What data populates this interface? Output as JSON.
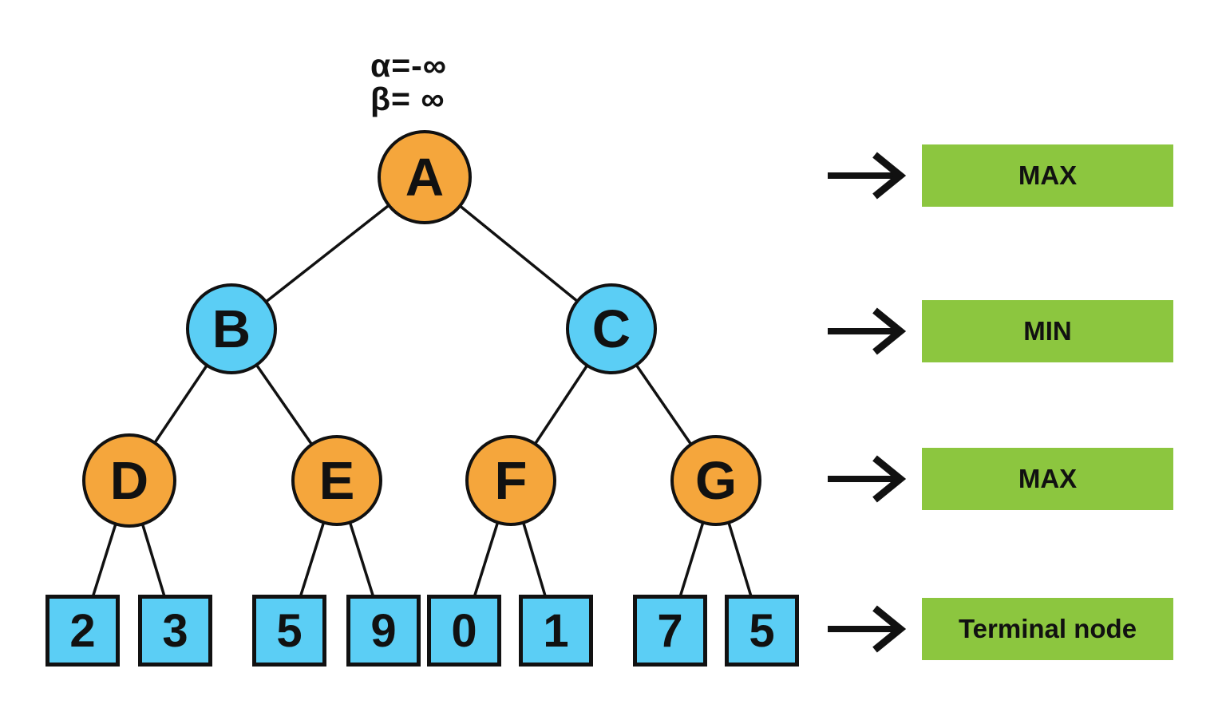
{
  "annotation": {
    "alpha": "α=-∞",
    "beta": "β= ∞"
  },
  "tree": {
    "nodes": [
      {
        "id": "A",
        "label": "A",
        "type": "max",
        "level": 1
      },
      {
        "id": "B",
        "label": "B",
        "type": "min",
        "level": 2
      },
      {
        "id": "C",
        "label": "C",
        "type": "min",
        "level": 2
      },
      {
        "id": "D",
        "label": "D",
        "type": "max",
        "level": 3
      },
      {
        "id": "E",
        "label": "E",
        "type": "max",
        "level": 3
      },
      {
        "id": "F",
        "label": "F",
        "type": "max",
        "level": 3
      },
      {
        "id": "G",
        "label": "G",
        "type": "max",
        "level": 3
      }
    ],
    "edges": [
      [
        "A",
        "B"
      ],
      [
        "A",
        "C"
      ],
      [
        "B",
        "D"
      ],
      [
        "B",
        "E"
      ],
      [
        "C",
        "F"
      ],
      [
        "C",
        "G"
      ],
      [
        "D",
        "2"
      ],
      [
        "D",
        "3"
      ],
      [
        "E",
        "5"
      ],
      [
        "E",
        "9"
      ],
      [
        "F",
        "0"
      ],
      [
        "F",
        "1"
      ],
      [
        "G",
        "7"
      ],
      [
        "G",
        "5b"
      ]
    ],
    "terminals": [
      {
        "value": "2"
      },
      {
        "value": "3"
      },
      {
        "value": "5"
      },
      {
        "value": "9"
      },
      {
        "value": "0"
      },
      {
        "value": "1"
      },
      {
        "value": "7"
      },
      {
        "value": "5"
      }
    ]
  },
  "legend": {
    "items": [
      {
        "label": "MAX"
      },
      {
        "label": "MIN"
      },
      {
        "label": "MAX"
      },
      {
        "label": "Terminal node"
      }
    ]
  },
  "colors": {
    "max_node_fill": "#F5A63C",
    "min_node_fill": "#5BCEF5",
    "terminal_fill": "#5BCEF5",
    "legend_fill": "#8CC63F",
    "stroke": "#111111",
    "background": "#FFFFFF"
  }
}
